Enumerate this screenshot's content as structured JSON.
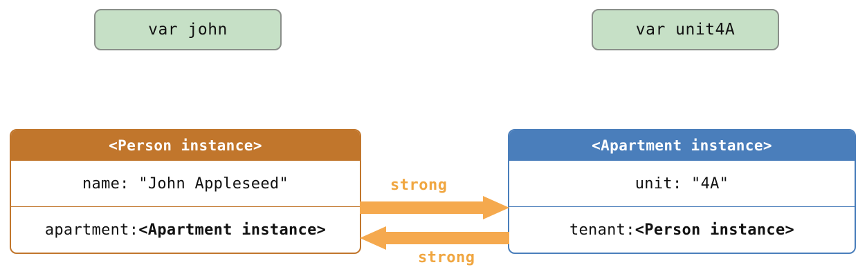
{
  "colors": {
    "person_accent": "#c1762c",
    "apartment_accent": "#4a7ebb",
    "variable_fill": "#c6e0c6",
    "variable_border": "#8a8f8a",
    "arrow": "#f5a94e",
    "arrow_label": "#f0a640"
  },
  "variables": [
    {
      "id": "john",
      "label": "var john"
    },
    {
      "id": "unit4A",
      "label": "var unit4A"
    }
  ],
  "instances": [
    {
      "id": "person",
      "header": "<Person instance>",
      "rows": [
        {
          "key": "name: \"John Appleseed\"",
          "value": ""
        },
        {
          "key": "apartment: ",
          "value": "<Apartment instance>"
        }
      ]
    },
    {
      "id": "apartment",
      "header": "<Apartment instance>",
      "rows": [
        {
          "key": "unit: \"4A\"",
          "value": ""
        },
        {
          "key": "tenant: ",
          "value": "<Person instance>"
        }
      ]
    }
  ],
  "arrows": [
    {
      "id": "person-to-apartment",
      "label": "strong",
      "direction": "right"
    },
    {
      "id": "apartment-to-person",
      "label": "strong",
      "direction": "left"
    }
  ]
}
